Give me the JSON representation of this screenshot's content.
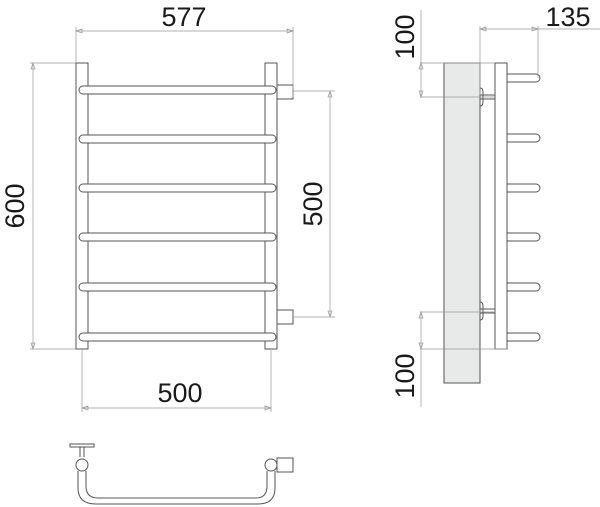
{
  "drawing": {
    "title": "Heated towel rail dimensional drawing",
    "views": [
      "front",
      "side",
      "top"
    ],
    "rungs_count": 6
  },
  "dimensions": {
    "overall_width": "577",
    "overall_height": "600",
    "connection_center_distance": "500",
    "frame_width": "500",
    "depth": "135",
    "top_offset": "100",
    "bottom_offset": "100"
  },
  "colors": {
    "line": "#555555",
    "dimension_line": "#999999",
    "wall_fill": "#e8e9e9",
    "text": "#1a1a1a"
  }
}
